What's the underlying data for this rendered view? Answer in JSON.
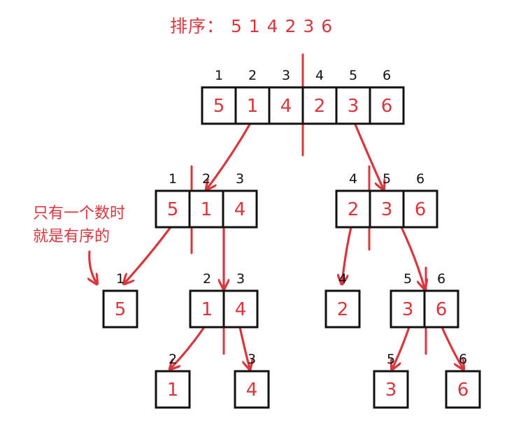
{
  "title": "排序： 5 1 4 2 3 6",
  "note_line1": "只有一个数时",
  "note_line2": "就是有序的",
  "colors": {
    "accent": "#d9363e",
    "ink": "#111111"
  },
  "arrays": [
    {
      "id": "root",
      "values": [
        "5",
        "1",
        "4",
        "2",
        "3",
        "6"
      ],
      "indices": [
        "1",
        "2",
        "3",
        "4",
        "5",
        "6"
      ]
    },
    {
      "id": "left",
      "values": [
        "5",
        "1",
        "4"
      ],
      "indices": [
        "1",
        "2",
        "3"
      ]
    },
    {
      "id": "right",
      "values": [
        "2",
        "3",
        "6"
      ],
      "indices": [
        "4",
        "5",
        "6"
      ]
    },
    {
      "id": "l-leaf-1",
      "values": [
        "5"
      ],
      "indices": [
        "1"
      ]
    },
    {
      "id": "l-pair",
      "values": [
        "1",
        "4"
      ],
      "indices": [
        "2",
        "3"
      ]
    },
    {
      "id": "r-leaf-4",
      "values": [
        "2"
      ],
      "indices": [
        "4"
      ]
    },
    {
      "id": "r-pair",
      "values": [
        "3",
        "6"
      ],
      "indices": [
        "5",
        "6"
      ]
    },
    {
      "id": "leaf-2",
      "values": [
        "1"
      ],
      "indices": [
        "2"
      ]
    },
    {
      "id": "leaf-3",
      "values": [
        "4"
      ],
      "indices": [
        "3"
      ]
    },
    {
      "id": "leaf-5",
      "values": [
        "3"
      ],
      "indices": [
        "5"
      ]
    },
    {
      "id": "leaf-6",
      "values": [
        "6"
      ],
      "indices": [
        "6"
      ]
    }
  ]
}
